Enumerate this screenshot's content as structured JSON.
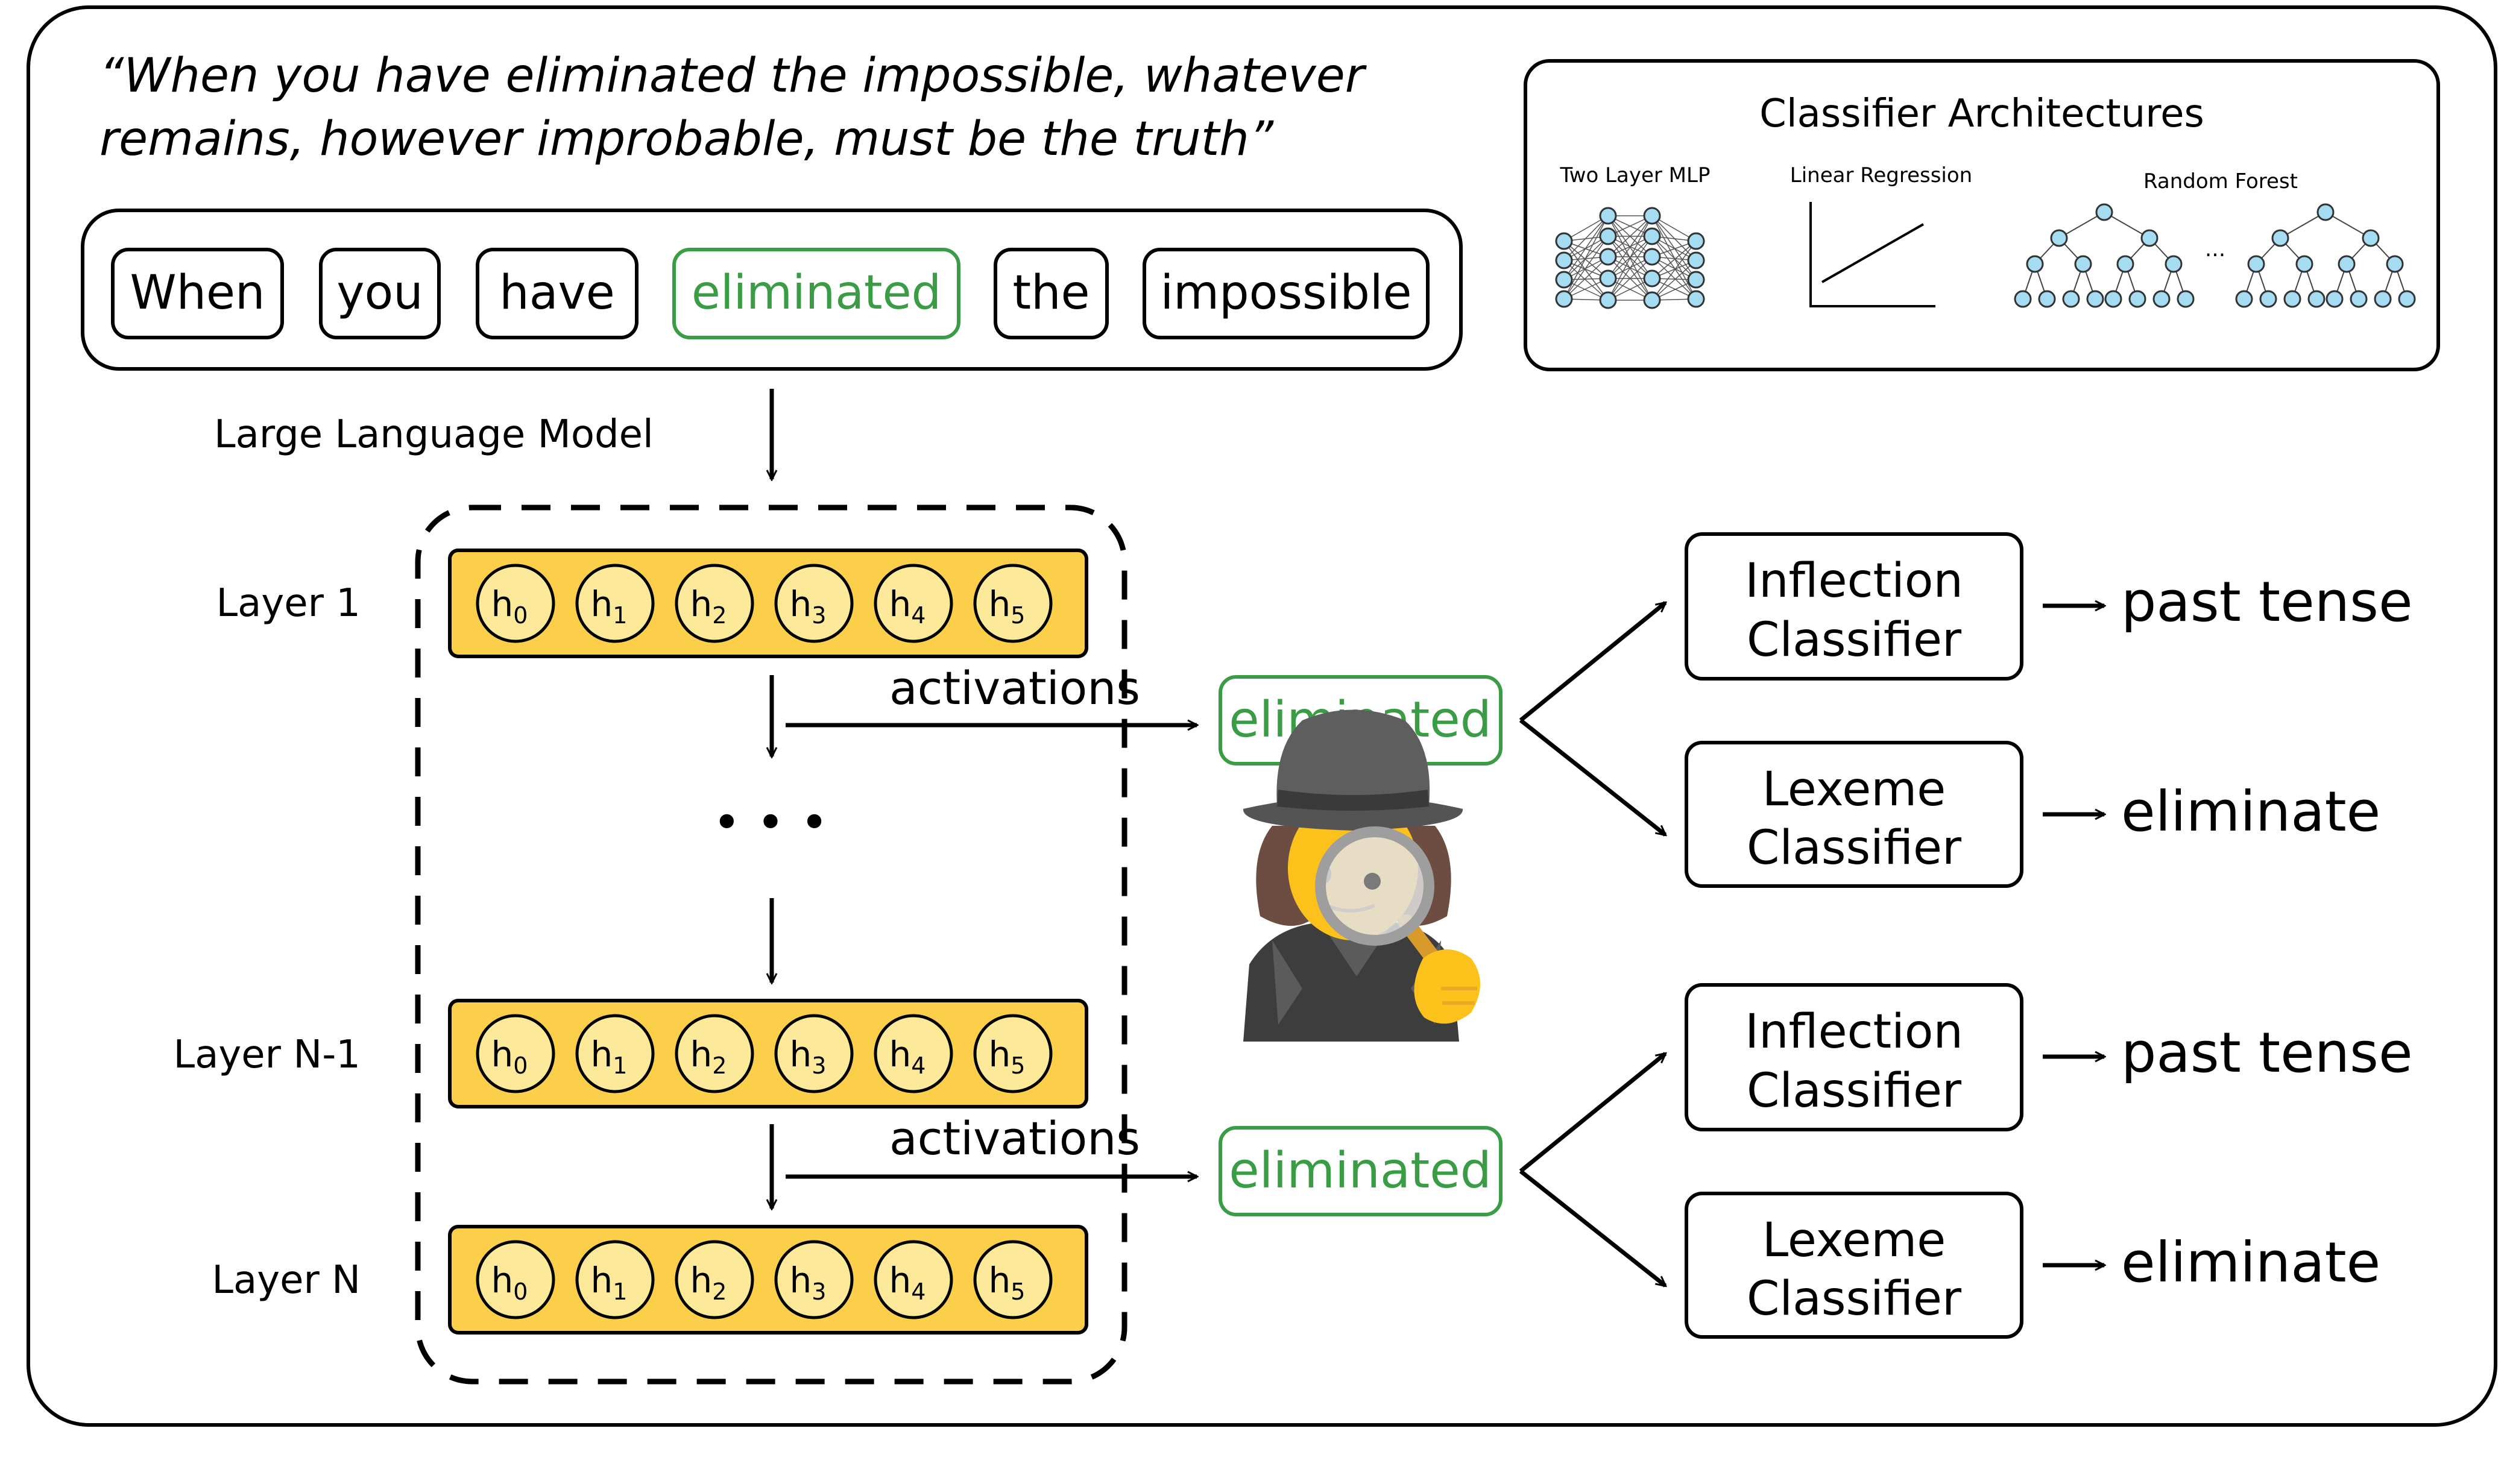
{
  "quote": {
    "line1": "“When you have eliminated the impossible, whatever",
    "line2": "remains, however improbable, must be the truth”"
  },
  "tokens": [
    "When",
    "you",
    "have",
    "eliminated",
    "the",
    "impossible"
  ],
  "highlight_token_index": 3,
  "classifier_architectures": {
    "title": "Classifier Architectures",
    "mlp_label": "Two Layer MLP",
    "linear_label": "Linear Regression",
    "forest_label": "Random Forest",
    "forest_ellipsis": "..."
  },
  "llm_label": "Large Language Model",
  "hidden_state_label": "h",
  "hidden_state_indices": [
    "0",
    "1",
    "2",
    "3",
    "4",
    "5"
  ],
  "layers": {
    "first": "Layer 1",
    "second_last": "Layer N-1",
    "last": "Layer N"
  },
  "activations_label": "activations",
  "ellipsis": "• • •",
  "probe_token": "eliminated",
  "detective_icon": "detective-emoji",
  "classifiers": {
    "inflection": {
      "line1": "Inflection",
      "line2": "Classifier",
      "output": "past tense"
    },
    "lexeme": {
      "line1": "Lexeme",
      "line2": "Classifier",
      "output": "eliminate"
    }
  },
  "colors": {
    "highlight_green": "#3b9c46",
    "layer_fill": "#fbcf4a",
    "hidden_fill": "#fde99a",
    "node_fill": "#a6dcf2",
    "border": "#000000"
  }
}
